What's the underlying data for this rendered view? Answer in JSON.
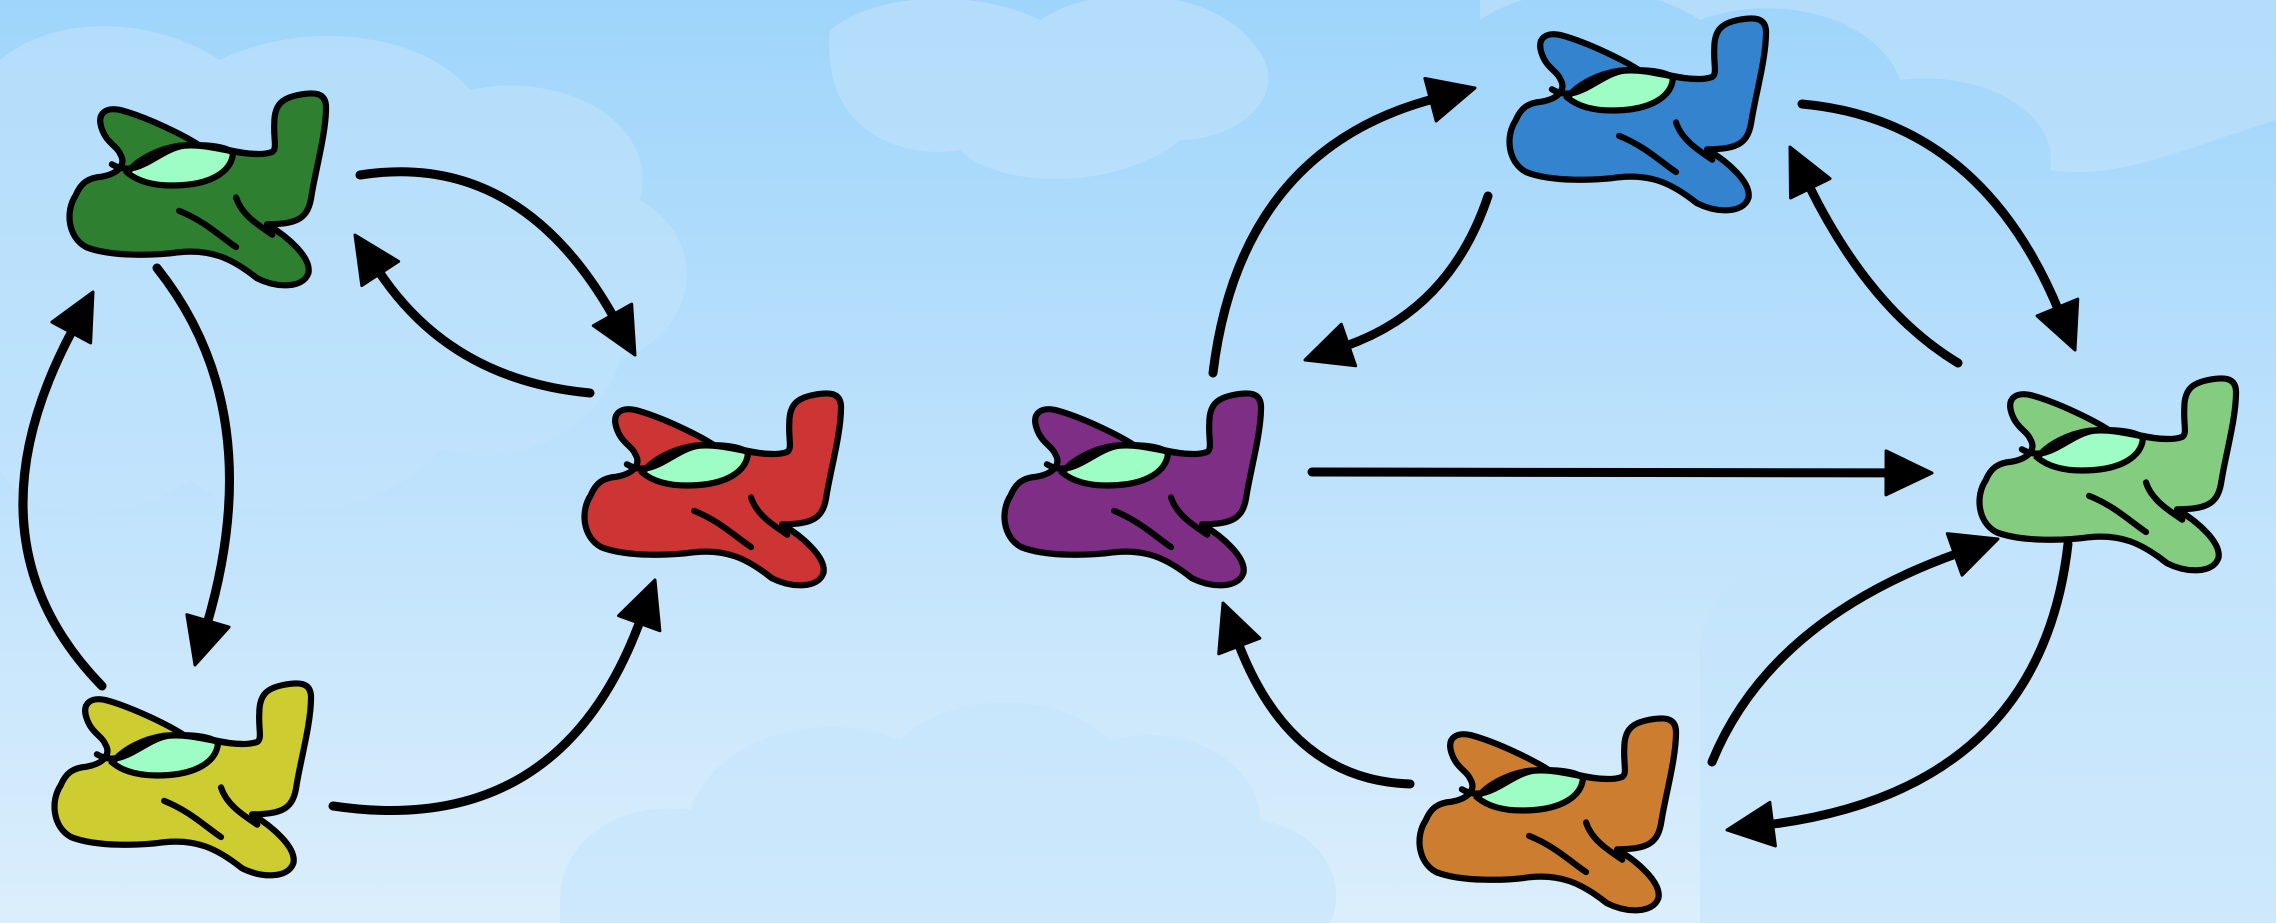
{
  "scene": {
    "background": {
      "sky_top": "#9fd5fb",
      "sky_bottom": "#dbeefc",
      "cloud": "#c2e3fb"
    },
    "cockpit_color": "#9dfdc5",
    "outline_color": "#000000",
    "planes": [
      {
        "id": "dark-green",
        "color": "#2f7f31"
      },
      {
        "id": "red",
        "color": "#cd3434"
      },
      {
        "id": "yellow",
        "color": "#cdcc30"
      },
      {
        "id": "purple",
        "color": "#7e2e84"
      },
      {
        "id": "blue",
        "color": "#3383cf"
      },
      {
        "id": "light-green",
        "color": "#83cc80"
      },
      {
        "id": "orange",
        "color": "#cd7d30"
      }
    ],
    "arrows": [
      {
        "from": "dark-green",
        "to": "red"
      },
      {
        "from": "red",
        "to": "dark-green"
      },
      {
        "from": "dark-green",
        "to": "yellow"
      },
      {
        "from": "yellow",
        "to": "dark-green"
      },
      {
        "from": "yellow",
        "to": "red"
      },
      {
        "from": "purple",
        "to": "blue"
      },
      {
        "from": "blue",
        "to": "purple"
      },
      {
        "from": "blue",
        "to": "light-green"
      },
      {
        "from": "light-green",
        "to": "blue"
      },
      {
        "from": "purple",
        "to": "light-green"
      },
      {
        "from": "light-green",
        "to": "orange"
      },
      {
        "from": "orange",
        "to": "light-green"
      },
      {
        "from": "orange",
        "to": "purple"
      }
    ]
  }
}
